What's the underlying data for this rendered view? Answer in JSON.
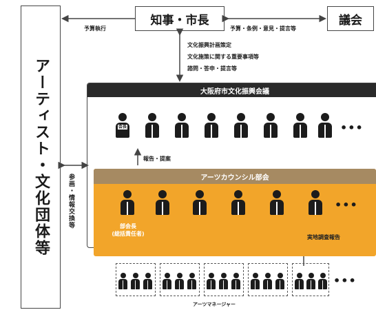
{
  "left_box": {
    "label": "アーティスト・文化団体等"
  },
  "top": {
    "governor": "知事・市長",
    "assembly": "議会",
    "budget_exec": "予算執行",
    "to_assembly": "予算・条例・意見・提言等"
  },
  "governor_to_council": {
    "line1": "文化振興計画策定",
    "line2": "文化施策に関する重要事項等",
    "line3": "諮問・答申・提言等"
  },
  "council": {
    "title": "大阪府市文化振興会議",
    "chair_tag": "会長",
    "report_label": "報告・提案"
  },
  "arts_council": {
    "title": "アーツカウンシル部会",
    "leader_line1": "部会長",
    "leader_line2": "(総括責任者)",
    "survey_report": "実地調査報告"
  },
  "side_label": "参画・情報交換等",
  "managers": {
    "label": "アーツマネージャー"
  },
  "colors": {
    "council_header": "#2a2a2a",
    "arts_header": "#a68a62",
    "arts_body": "#f2a52a",
    "line": "#444444"
  }
}
